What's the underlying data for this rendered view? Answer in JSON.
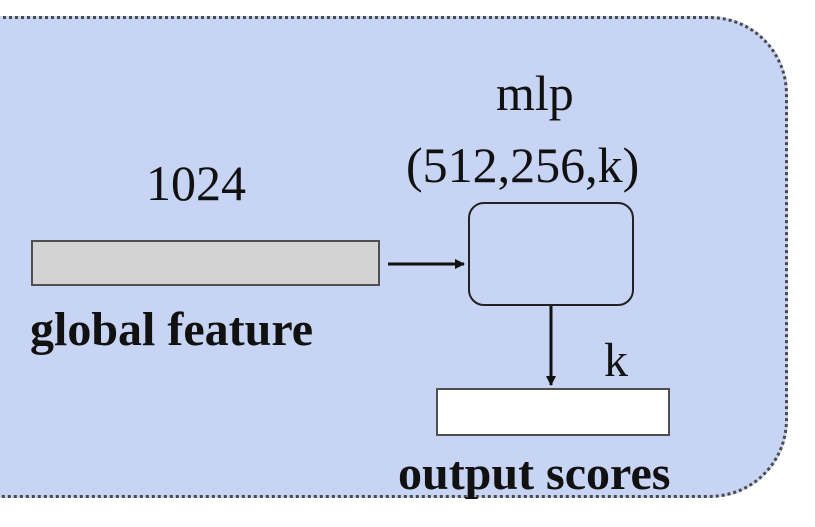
{
  "diagram": {
    "global_feature": {
      "dimension": "1024",
      "label": "global feature"
    },
    "mlp": {
      "title": "mlp",
      "dims": "(512,256,k)"
    },
    "output": {
      "dimension": "k",
      "label": "output scores"
    }
  },
  "colors": {
    "panel_fill": "#c8d4f4",
    "feature_bar_fill": "#d3d3d3",
    "output_bar_fill": "#ffffff"
  }
}
